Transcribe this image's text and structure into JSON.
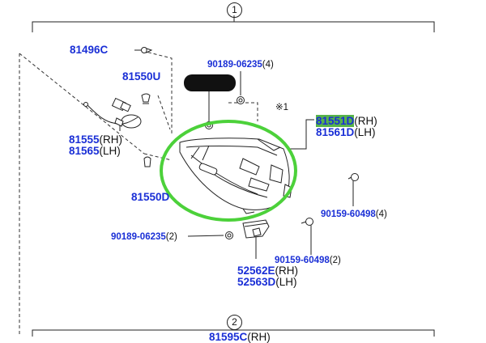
{
  "sections": [
    {
      "number": "1"
    },
    {
      "number": "2"
    }
  ],
  "parts": {
    "p81496c": {
      "code": "81496C"
    },
    "p81550u": {
      "code": "81550U"
    },
    "p81555": {
      "code": "81555",
      "side": "(RH)"
    },
    "p81565": {
      "code": "81565",
      "side": "(LH)"
    },
    "p81550d": {
      "code": "81550D"
    },
    "p90189a": {
      "code": "90189-06235",
      "qty": "(4)"
    },
    "p81551d": {
      "code": "81551D",
      "side": "(RH)"
    },
    "p81561d": {
      "code": "81561D",
      "side": "(LH)"
    },
    "p90159a": {
      "code": "90159-60498",
      "qty": "(4)"
    },
    "p90189b": {
      "code": "90189-06235",
      "qty": "(2)"
    },
    "p90159b": {
      "code": "90159-60498",
      "qty": "(2)"
    },
    "p52562e": {
      "code": "52562E",
      "side": "(RH)"
    },
    "p52563d": {
      "code": "52563D",
      "side": "(LH)"
    },
    "p_cut": {
      "code": "81595C",
      "side": "(RH)"
    }
  },
  "note_mark": "※1",
  "colors": {
    "part_code": "#1a2fd6",
    "highlight": "#57b34a",
    "circle_marker": "#4cd13a",
    "redaction": "#111111"
  }
}
